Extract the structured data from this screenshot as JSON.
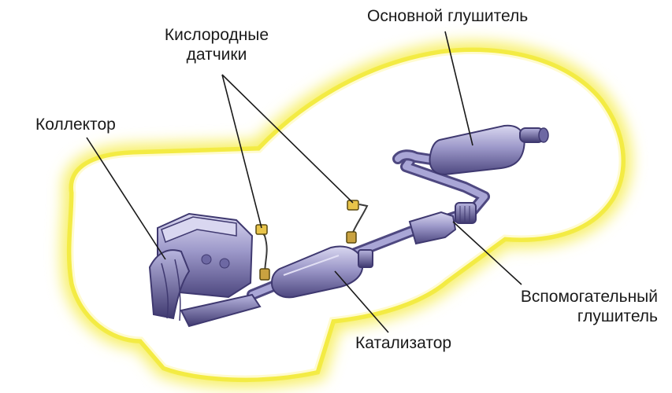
{
  "labels": {
    "main_muffler": "Основной глушитель",
    "oxygen_sensors_line1": "Кислородные",
    "oxygen_sensors_line2": "датчики",
    "manifold": "Коллектор",
    "resonator_line1": "Вспомогательный",
    "resonator_line2": "глушитель",
    "catalyst": "Катализатор"
  },
  "colors": {
    "car_glow": "#f7f06a",
    "car_fill": "#ffffff",
    "pipe_metal": "#8a85b8",
    "pipe_dark": "#4e4880",
    "engine_metal": "#a29fce",
    "leader_line": "#1a1a1a",
    "text": "#1a1a1a"
  }
}
